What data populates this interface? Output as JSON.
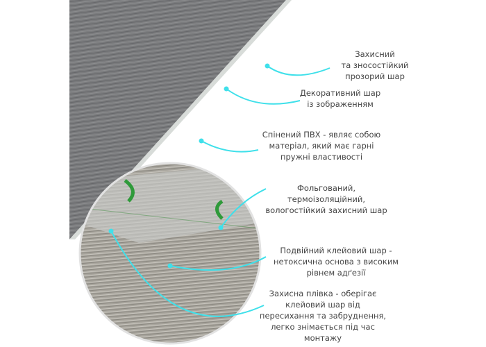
{
  "labels": [
    {
      "lines": [
        "Захисний",
        "та зносостійкий",
        "прозорий шар"
      ]
    },
    {
      "lines": [
        "Декоративний шар",
        "із зображенням"
      ]
    },
    {
      "lines": [
        "Спінений ПВХ - являє собою",
        "матеріал, який має гарні",
        "пружні властивості"
      ]
    },
    {
      "lines": [
        "Фольгований,",
        "термоізоляційний,",
        "вологостійкий захисний шар"
      ]
    },
    {
      "lines": [
        "Подвійний клейовий шар -",
        "нетоксична основа з високим",
        "рівнем адґезії"
      ]
    },
    {
      "lines": [
        "Захисна плівка - оберігає",
        "клейовий шар від",
        "пересихання та забруднення,",
        "легко знімається під час",
        "монтажу"
      ]
    }
  ],
  "colors": {
    "accent": "#3fe0ea",
    "panel": "#77787a",
    "text": "#444444"
  }
}
